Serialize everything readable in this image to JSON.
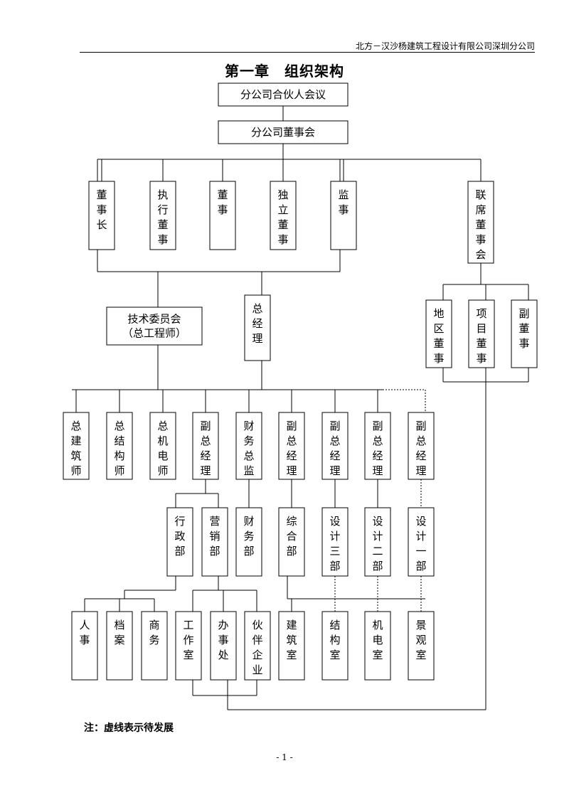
{
  "header": {
    "company": "北方－汉沙杨建筑工程设计有限公司深圳分公司",
    "chapter_title": "第一章　组织架构"
  },
  "note": "注：虚线表示待发展",
  "page_number": "- 1 -",
  "org": {
    "partners_meeting": "分公司合伙人会议",
    "board": "分公司董事会",
    "board_members": [
      "董事长",
      "执行董事",
      "董事",
      "独立董事",
      "监事"
    ],
    "joint_board": "联席董事会",
    "joint_members": [
      "地区董事",
      "项目董事",
      "副董事"
    ],
    "tech_committee_line1": "技术委员会",
    "tech_committee_line2": "（总工程师）",
    "general_manager": "总经理",
    "level3": [
      "总建筑师",
      "总结构师",
      "总机电师",
      "副总经理",
      "财务总监",
      "副总经理",
      "副总经理",
      "副总经理",
      "副总经理"
    ],
    "level4": [
      "行政部",
      "营销部",
      "财务部",
      "综合部",
      "设计三部",
      "设计二部",
      "设计一部"
    ],
    "level5": [
      "人事",
      "档案",
      "商务",
      "工作室",
      "办事处",
      "伙伴企业",
      "建筑室",
      "结构室",
      "机电室",
      "景观室"
    ]
  }
}
